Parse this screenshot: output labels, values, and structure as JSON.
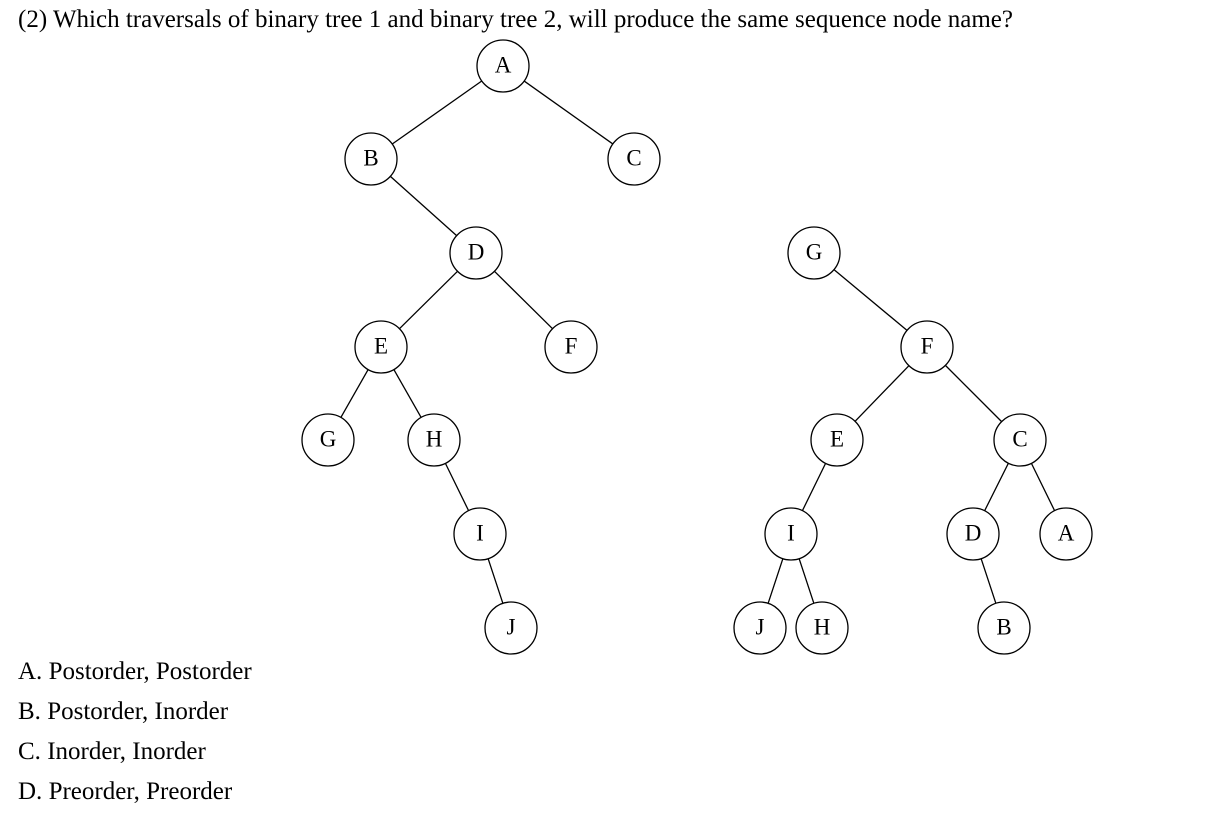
{
  "question": {
    "text": "(2) Which traversals of binary tree 1 and binary tree 2, will produce the same sequence node name?"
  },
  "trees": [
    {
      "nodes": [
        {
          "id": "t1-A",
          "label": "A"
        },
        {
          "id": "t1-B",
          "label": "B"
        },
        {
          "id": "t1-C",
          "label": "C"
        },
        {
          "id": "t1-D",
          "label": "D"
        },
        {
          "id": "t1-E",
          "label": "E"
        },
        {
          "id": "t1-F",
          "label": "F"
        },
        {
          "id": "t1-G",
          "label": "G"
        },
        {
          "id": "t1-H",
          "label": "H"
        },
        {
          "id": "t1-I",
          "label": "I"
        },
        {
          "id": "t1-J",
          "label": "J"
        }
      ],
      "edges": [
        [
          "t1-A",
          "t1-B"
        ],
        [
          "t1-A",
          "t1-C"
        ],
        [
          "t1-B",
          "t1-D"
        ],
        [
          "t1-D",
          "t1-E"
        ],
        [
          "t1-D",
          "t1-F"
        ],
        [
          "t1-E",
          "t1-G"
        ],
        [
          "t1-E",
          "t1-H"
        ],
        [
          "t1-H",
          "t1-I"
        ],
        [
          "t1-I",
          "t1-J"
        ]
      ]
    },
    {
      "nodes": [
        {
          "id": "t2-G",
          "label": "G"
        },
        {
          "id": "t2-F",
          "label": "F"
        },
        {
          "id": "t2-E",
          "label": "E"
        },
        {
          "id": "t2-C",
          "label": "C"
        },
        {
          "id": "t2-I",
          "label": "I"
        },
        {
          "id": "t2-D",
          "label": "D"
        },
        {
          "id": "t2-A",
          "label": "A"
        },
        {
          "id": "t2-J",
          "label": "J"
        },
        {
          "id": "t2-H",
          "label": "H"
        },
        {
          "id": "t2-B",
          "label": "B"
        }
      ],
      "edges": [
        [
          "t2-G",
          "t2-F"
        ],
        [
          "t2-F",
          "t2-E"
        ],
        [
          "t2-F",
          "t2-C"
        ],
        [
          "t2-E",
          "t2-I"
        ],
        [
          "t2-C",
          "t2-D"
        ],
        [
          "t2-C",
          "t2-A"
        ],
        [
          "t2-I",
          "t2-J"
        ],
        [
          "t2-I",
          "t2-H"
        ],
        [
          "t2-D",
          "t2-B"
        ]
      ]
    }
  ],
  "options": [
    {
      "letter": "A.",
      "text": "Postorder, Postorder"
    },
    {
      "letter": "B.",
      "text": "Postorder, Inorder"
    },
    {
      "letter": "C.",
      "text": "Inorder, Inorder"
    },
    {
      "letter": "D.",
      "text": "Preorder, Preorder"
    }
  ]
}
